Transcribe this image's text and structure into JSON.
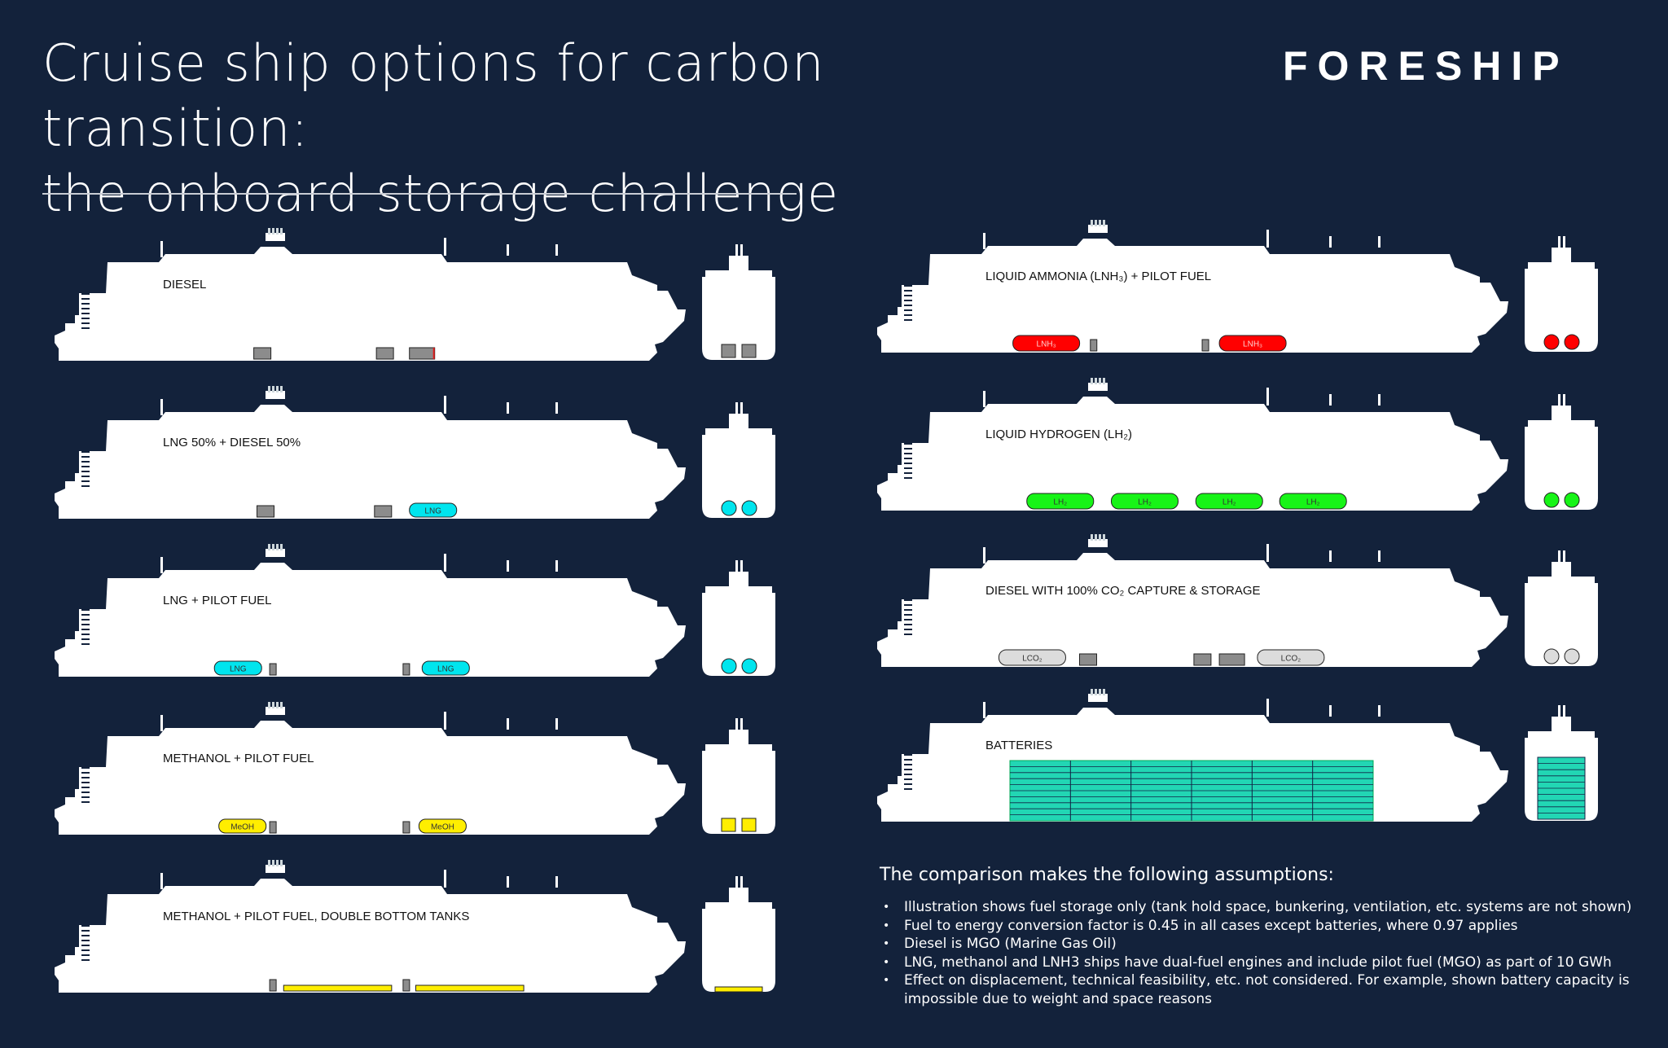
{
  "title": {
    "line1": "Cruise ship options for carbon transition:",
    "line2": "the onboard storage challenge"
  },
  "brand": "FORESHIP",
  "colors": {
    "background": "#13223b",
    "ship": "#ffffff",
    "diesel": "#8c8c8c",
    "lng": "#00e5ee",
    "methanol": "#ffee00",
    "ammonia": "#ff0000",
    "hydrogen": "#17f417",
    "lco2": "#dcdcdc",
    "battery": "#22d6b4"
  },
  "options": [
    {
      "label": "DIESEL",
      "tanks": [
        {
          "kind": "diesel",
          "size": "small",
          "pos": 0.32
        },
        {
          "kind": "diesel",
          "size": "small",
          "pos": 0.513
        },
        {
          "kind": "diesel",
          "size": "medium",
          "pos": 0.565,
          "accent": "#e02020"
        }
      ],
      "section": {
        "kind": "diesel",
        "shape": "square",
        "count": 2
      }
    },
    {
      "label": "LNG 50% + DIESEL 50%",
      "tanks": [
        {
          "kind": "diesel",
          "size": "small",
          "pos": 0.325
        },
        {
          "kind": "diesel",
          "size": "small",
          "pos": 0.51
        },
        {
          "kind": "lng",
          "size": "large",
          "pos": 0.565,
          "text": "LNG"
        }
      ],
      "section": {
        "kind": "lng",
        "shape": "circle",
        "count": 2
      }
    },
    {
      "label": "LNG + PILOT FUEL",
      "tanks": [
        {
          "kind": "lng",
          "size": "large",
          "pos": 0.258,
          "text": "LNG"
        },
        {
          "kind": "diesel",
          "size": "pilot",
          "pos": 0.345
        },
        {
          "kind": "diesel",
          "size": "pilot",
          "pos": 0.555
        },
        {
          "kind": "lng",
          "size": "large",
          "pos": 0.585,
          "text": "LNG"
        }
      ],
      "section": {
        "kind": "lng",
        "shape": "circle",
        "count": 2
      }
    },
    {
      "label": "METHANOL + PILOT FUEL",
      "tanks": [
        {
          "kind": "methanol",
          "size": "large",
          "pos": 0.265,
          "text": "MeOH"
        },
        {
          "kind": "diesel",
          "size": "pilot",
          "pos": 0.345
        },
        {
          "kind": "diesel",
          "size": "pilot",
          "pos": 0.555
        },
        {
          "kind": "methanol",
          "size": "large",
          "pos": 0.58,
          "text": "MeOH"
        }
      ],
      "section": {
        "kind": "methanol",
        "shape": "square",
        "count": 2
      }
    },
    {
      "label": "METHANOL + PILOT FUEL, DOUBLE BOTTOM TANKS",
      "tanks": [
        {
          "kind": "diesel",
          "size": "pilot",
          "pos": 0.345
        },
        {
          "kind": "methanol",
          "size": "flat",
          "pos": 0.367,
          "width": 0.17
        },
        {
          "kind": "diesel",
          "size": "pilot",
          "pos": 0.555
        },
        {
          "kind": "methanol",
          "size": "flat",
          "pos": 0.575,
          "width": 0.17
        }
      ],
      "section": {
        "kind": "methanol",
        "shape": "flat",
        "count": 1
      }
    },
    {
      "label": "LIQUID AMMONIA (LNH₃) + PILOT FUEL",
      "tanks": [
        {
          "kind": "ammonia",
          "size": "xlarge",
          "pos": 0.22,
          "text": "LNH₃"
        },
        {
          "kind": "diesel",
          "size": "pilot",
          "pos": 0.342
        },
        {
          "kind": "diesel",
          "size": "pilot",
          "pos": 0.518
        },
        {
          "kind": "ammonia",
          "size": "xlarge",
          "pos": 0.545,
          "text": "LNH₃"
        }
      ],
      "section": {
        "kind": "ammonia",
        "shape": "circle",
        "count": 2
      }
    },
    {
      "label": "LIQUID HYDROGEN (LH₂)",
      "tanks": [
        {
          "kind": "hydrogen",
          "size": "xlarge",
          "pos": 0.242,
          "text": "LH₂"
        },
        {
          "kind": "hydrogen",
          "size": "xlarge",
          "pos": 0.375,
          "text": "LH₂"
        },
        {
          "kind": "hydrogen",
          "size": "xlarge",
          "pos": 0.508,
          "text": "LH₂"
        },
        {
          "kind": "hydrogen",
          "size": "xlarge",
          "pos": 0.64,
          "text": "LH₂"
        }
      ],
      "section": {
        "kind": "hydrogen",
        "shape": "circle",
        "count": 2
      }
    },
    {
      "label": "DIESEL WITH 100% CO₂ CAPTURE & STORAGE",
      "tanks": [
        {
          "kind": "lco2",
          "size": "xlarge",
          "pos": 0.198,
          "text": "LCO₂"
        },
        {
          "kind": "diesel",
          "size": "small",
          "pos": 0.325
        },
        {
          "kind": "diesel",
          "size": "small",
          "pos": 0.505
        },
        {
          "kind": "diesel",
          "size": "medium",
          "pos": 0.545
        },
        {
          "kind": "lco2",
          "size": "xlarge",
          "pos": 0.605,
          "text": "LCO₂"
        }
      ],
      "section": {
        "kind": "lco2",
        "shape": "circle",
        "count": 2
      }
    },
    {
      "label": "BATTERIES",
      "tanks": [],
      "battery": {
        "columns": 6,
        "rows": 10
      },
      "section": {
        "kind": "battery",
        "shape": "battery",
        "count": 1
      }
    }
  ],
  "notes": {
    "heading": "The comparison makes the following assumptions:",
    "items": [
      "Illustration shows fuel storage only (tank hold space, bunkering, ventilation, etc. systems are not shown)",
      "Fuel to energy conversion factor is 0.45 in all cases except batteries, where 0.97 applies",
      "Diesel is MGO (Marine Gas Oil)",
      "LNG, methanol and LNH3 ships have dual-fuel engines and include pilot fuel (MGO) as part of 10 GWh",
      "Effect on displacement, technical feasibility, etc. not considered. For example, shown battery capacity is impossible due to weight and space reasons"
    ]
  }
}
